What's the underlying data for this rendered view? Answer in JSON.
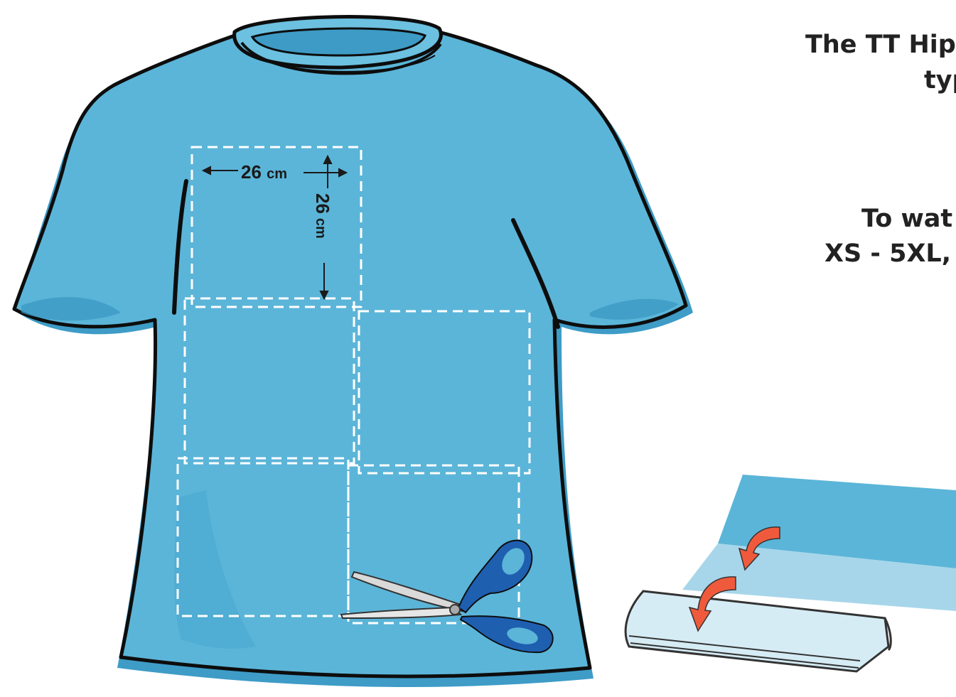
{
  "diagram": {
    "dimension_width": "26",
    "dimension_height": "26",
    "dimension_unit": "cm"
  },
  "text_block": {
    "line1": "The TT Hip",
    "line2": "typ",
    "line3": "To wat",
    "line4": "XS - 5XL,"
  },
  "colors": {
    "shirt": "#5bb5d8",
    "shirt_shadow": "#3e9cc7",
    "outline": "#0d0d0d",
    "dashed": "#ffffff",
    "cloth_light": "#a7d6ea",
    "cloth_pale": "#d6ecf5",
    "arrow": "#f05a3c",
    "scissors_handle": "#1f5fb0"
  }
}
